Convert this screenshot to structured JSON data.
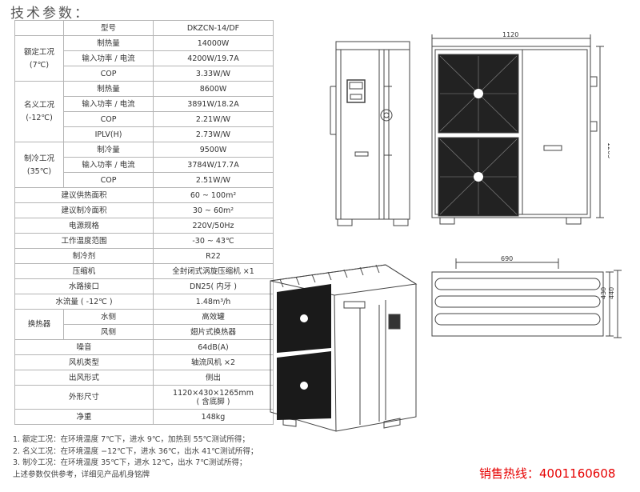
{
  "title": "技术参数：",
  "table": {
    "model_label": "型号",
    "model_value": "DKZCN-14/DF",
    "rated": {
      "group_line1": "额定工况",
      "group_line2": "(7℃)",
      "heat_label": "制热量",
      "heat_value": "14000W",
      "power_label": "输入功率 / 电流",
      "power_value": "4200W/19.7A",
      "cop_label": "COP",
      "cop_value": "3.33W/W"
    },
    "nominal": {
      "group_line1": "名义工况",
      "group_line2": "(-12℃)",
      "heat_label": "制热量",
      "heat_value": "8600W",
      "power_label": "输入功率 / 电流",
      "power_value": "3891W/18.2A",
      "cop_label": "COP",
      "cop_value": "2.21W/W",
      "iplv_label": "IPLV(H)",
      "iplv_value": "2.73W/W"
    },
    "cooling": {
      "group_line1": "制冷工况",
      "group_line2": "(35℃)",
      "cool_label": "制冷量",
      "cool_value": "9500W",
      "power_label": "输入功率 / 电流",
      "power_value": "3784W/17.7A",
      "cop_label": "COP",
      "cop_value": "2.51W/W"
    },
    "heat_area_label": "建议供热面积",
    "heat_area_value": "60 ~ 100m²",
    "cool_area_label": "建议制冷面积",
    "cool_area_value": "30 ~ 60m²",
    "power_spec_label": "电源规格",
    "power_spec_value": "220V/50Hz",
    "temp_range_label": "工作温度范围",
    "temp_range_value": "-30 ~ 43℃",
    "refrigerant_label": "制冷剂",
    "refrigerant_value": "R22",
    "compressor_label": "压缩机",
    "compressor_value": "全封闭式涡旋压缩机 ×1",
    "water_conn_label": "水路接口",
    "water_conn_value": "DN25( 内牙 )",
    "water_flow_label": "水流量 ( -12℃ )",
    "water_flow_value": "1.48m³/h",
    "exchanger": {
      "group": "换热器",
      "water_label": "水侧",
      "water_value": "高效罐",
      "wind_label": "风侧",
      "wind_value": "翅片式换热器"
    },
    "noise_label": "噪音",
    "noise_value": "64dB(A)",
    "fan_label": "风机类型",
    "fan_value": "轴流风机 ×2",
    "outlet_label": "出风形式",
    "outlet_value": "侧出",
    "size_label": "外形尺寸",
    "size_line1": "1120×430×1265mm",
    "size_line2": "( 含底脚 )",
    "weight_label": "净重",
    "weight_value": "148kg"
  },
  "notes": [
    "1. 额定工况：在环境温度 7℃下，进水 9℃，加热到 55℃测试所得；",
    "2. 名义工况：在环境温度 −12℃下，进水 36℃，出水 41℃测试所得；",
    "3. 制冷工况：在环境温度 35℃下，进水 12℃，出水 7℃测试所得；",
    "上述参数仅供参考，详细见产品机身铭牌"
  ],
  "drawing": {
    "front_width": "1120",
    "front_height": "1265",
    "top_depth_inner": "690",
    "top_depth_a": "430",
    "top_depth_b": "440"
  },
  "hotline": "销售热线：4001160608"
}
